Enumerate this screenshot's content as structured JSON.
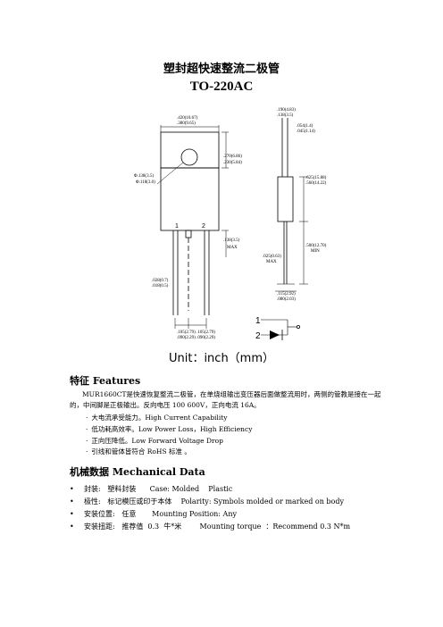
{
  "title": "塑封超快速整流二极管",
  "package": "TO-220AC",
  "dimensions": {
    "width_top": ".420(10.67)",
    "width_bot": ".380(9.65)",
    "hole_top": "Φ.138(3.5)",
    "hole_bot": "Φ.118(3.0)",
    "tab_top": ".270(6.86)",
    "tab_bot": ".230(5.84)",
    "lead_top": ".138(3.5)",
    "lead_bot": "MAX",
    "lw_top": ".028(0.7)",
    "lw_bot": ".018(0.5)",
    "pitch_top": ".105(2.79) .105(2.79)",
    "pitch_bot": ".090(2.29) .090(2.29)",
    "sv_top_a": ".190(4.83)",
    "sv_top_b": ".138(3.5)",
    "sv_tab_a": ".054(1.4)",
    "sv_tab_b": ".045(1.14)",
    "sv_body_a": ".625(15.88)",
    "sv_body_b": ".560(14.22)",
    "sv_lead_a": ".500(12.70)",
    "sv_lead_b": "MIN",
    "sv_lt_a": ".025(0.63)",
    "sv_lt_b": "MAX",
    "sv_bot_a": ".115(2.92)",
    "sv_bot_b": ".080(2.03)"
  },
  "pins": {
    "pin1": "1",
    "pin2": "2"
  },
  "unit_label": "Unit：inch（mm）",
  "features": {
    "heading": "特征  Features",
    "description": "MUR1660CT是快速恢复整流二极管，在单烧组输出变压器后面做整流用时，两侧的管教是接在一起的，中间脚是正极输出。反向电压  100  600V，正向电流  16A。",
    "items": [
      "大电流承受能力。High Current Capability",
      "低功耗高效率。Low Power Loss，High Efficiency",
      "正向压降低。Low Forward Voltage Drop",
      "引线和管体皆符合 RoHS 标准 。"
    ]
  },
  "mechanical": {
    "heading": "机械数据  Mechanical Data",
    "items": [
      "封装:   塑料封装      Case: Molded    Plastic",
      "极性:   标记模压或印于本体    Polarity: Symbols molded or marked on body",
      "安装位置:   任意       Mounting Position: Any",
      "安装扭距:   推荐值  0.3  牛*米        Mounting torque  ：Recommend 0.3 N*m"
    ]
  }
}
